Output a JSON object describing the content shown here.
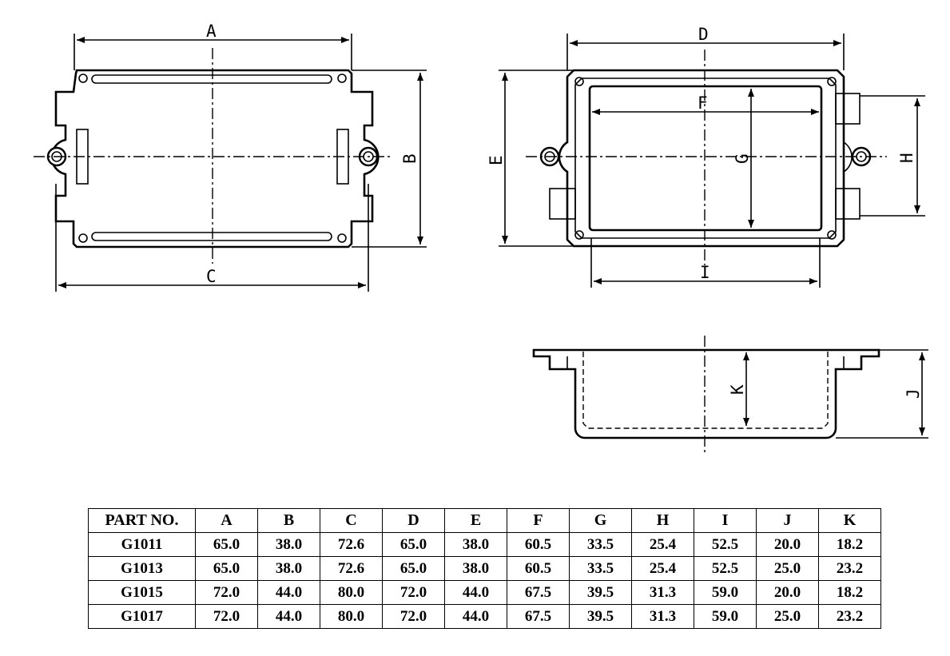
{
  "dimension_labels": {
    "A": "A",
    "B": "B",
    "C": "C",
    "D": "D",
    "E": "E",
    "F": "F",
    "G": "G",
    "H": "H",
    "I": "I",
    "J": "J",
    "K": "K"
  },
  "table": {
    "headers": [
      "PART NO.",
      "A",
      "B",
      "C",
      "D",
      "E",
      "F",
      "G",
      "H",
      "I",
      "J",
      "K"
    ],
    "rows": [
      [
        "G1011",
        "65.0",
        "38.0",
        "72.6",
        "65.0",
        "38.0",
        "60.5",
        "33.5",
        "25.4",
        "52.5",
        "20.0",
        "18.2"
      ],
      [
        "G1013",
        "65.0",
        "38.0",
        "72.6",
        "65.0",
        "38.0",
        "60.5",
        "33.5",
        "25.4",
        "52.5",
        "25.0",
        "23.2"
      ],
      [
        "G1015",
        "72.0",
        "44.0",
        "80.0",
        "72.0",
        "44.0",
        "67.5",
        "39.5",
        "31.3",
        "59.0",
        "20.0",
        "18.2"
      ],
      [
        "G1017",
        "72.0",
        "44.0",
        "80.0",
        "72.0",
        "44.0",
        "67.5",
        "39.5",
        "31.3",
        "59.0",
        "25.0",
        "23.2"
      ]
    ]
  }
}
